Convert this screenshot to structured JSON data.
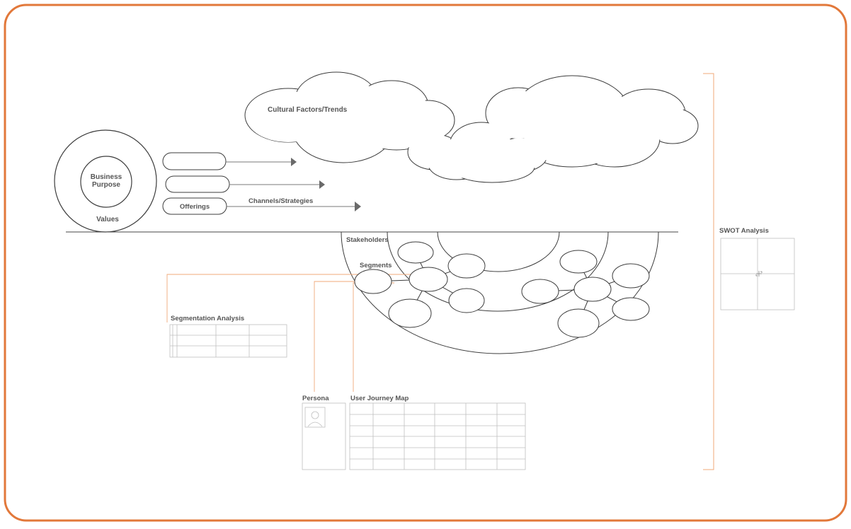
{
  "diagram": {
    "accent_color": "#e2783a",
    "core": {
      "inner_label": "Business Purpose",
      "inner_label_line1": "Business",
      "inner_label_line2": "Purpose",
      "outer_label": "Values"
    },
    "offerings": {
      "label": "Offerings",
      "channels_label": "Channels/Strategies"
    },
    "clouds": {
      "label": "Cultural Factors/Trends"
    },
    "rings": {
      "stakeholders_label": "Stakeholders",
      "segments_label": "Segments"
    },
    "swot": {
      "label": "SWOT Analysis",
      "center_icon": "move-cursor-icon"
    },
    "segmentation": {
      "label": "Segmentation Analysis"
    },
    "persona": {
      "label": "Persona",
      "icon": "user-avatar-icon"
    },
    "journey": {
      "label": "User Journey Map"
    }
  }
}
